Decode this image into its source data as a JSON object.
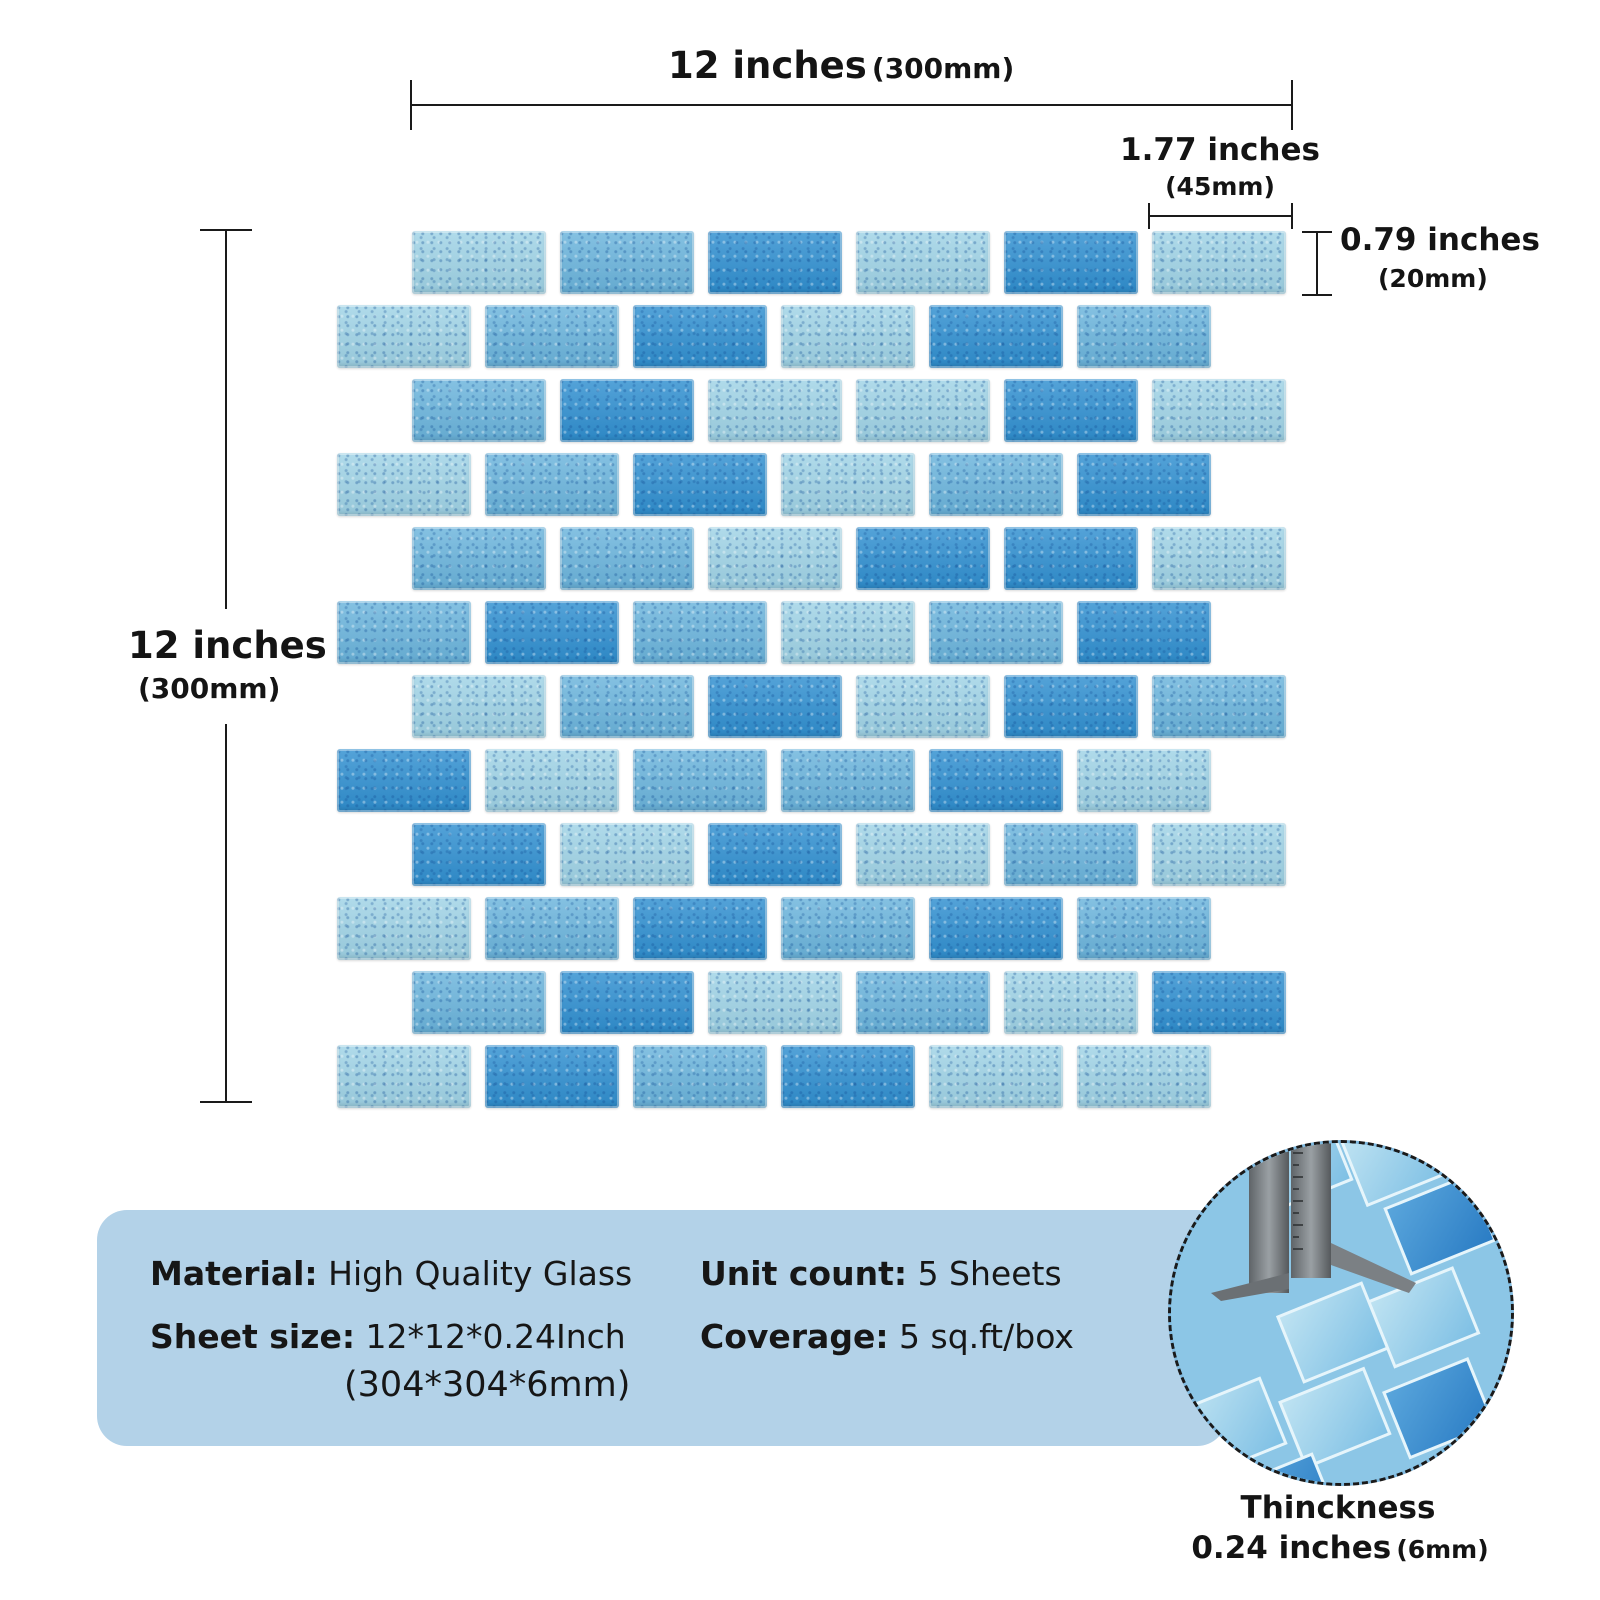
{
  "dimensions": {
    "width": {
      "inches": "12 inches",
      "mm": "(300mm)"
    },
    "height": {
      "inches": "12 inches",
      "mm": "(300mm)"
    },
    "tile_width": {
      "inches": "1.77 inches",
      "mm": "(45mm)"
    },
    "tile_height": {
      "inches": "0.79 inches",
      "mm": "(20mm)"
    },
    "thickness": {
      "label": "Thinckness",
      "inches": "0.24 inches",
      "mm": "(6mm)"
    }
  },
  "specs": {
    "material_label": "Material:",
    "material_value": "High Quality Glass",
    "sheet_size_label": "Sheet size:",
    "sheet_size_value": "12*12*0.24Inch",
    "sheet_size_mm": "(304*304*6mm)",
    "unit_count_label": "Unit count:",
    "unit_count_value": "5 Sheets",
    "coverage_label": "Coverage:",
    "coverage_value": "5 sq.ft/box"
  },
  "colors": {
    "tile_light": "#9fd3e6",
    "tile_mid": "#6ab4dc",
    "tile_dark": "#2f8fd0",
    "panel": "#b3d2e8"
  },
  "tile_pattern": [
    "LMDLDL",
    "LMDLDM",
    "MDLLDL",
    "LMDLMD",
    "MMLDDL",
    "MDMLMD",
    "LMDLDM",
    "DLMMDL",
    "DLDLML",
    "LMDMDM",
    "MDLMLD",
    "LDMDLL"
  ]
}
